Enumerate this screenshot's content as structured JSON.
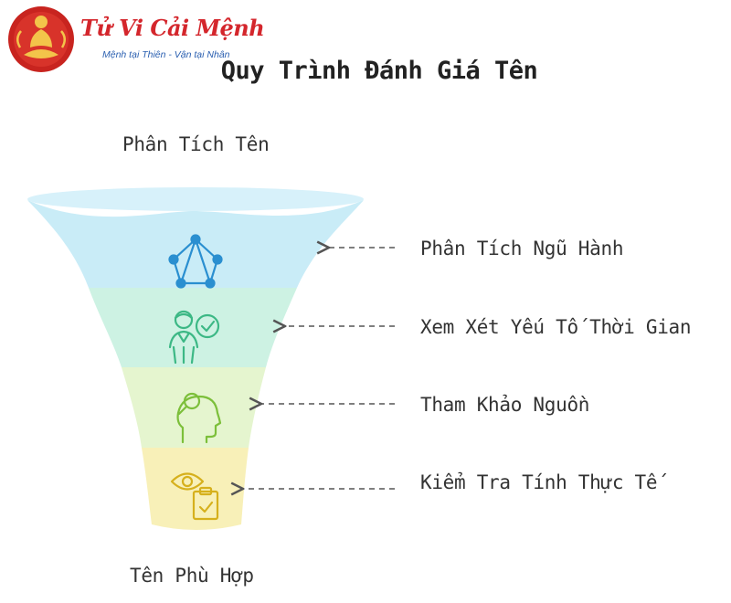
{
  "logo": {
    "name": "Tử Vi Cải Mệnh",
    "slogan": "Mệnh tại Thiên - Vận tại Nhân",
    "brand_color": "#d4262c",
    "slogan_color": "#2a5fb0"
  },
  "title": "Quy Trình Đánh Giá Tên",
  "funnel": {
    "top_label": "Phân Tích Tên",
    "bottom_label": "Tên Phù Hợp",
    "stages": [
      {
        "label": "Phân Tích Ngũ Hành",
        "icon": "molecule-network-icon",
        "color": "#c9ecf7"
      },
      {
        "label": "Xem Xét Yếu Tố Thời Gian",
        "icon": "person-checkmark-icon",
        "color": "#cdf2e3"
      },
      {
        "label": "Tham Khảo Nguồn",
        "icon": "head-search-icon",
        "color": "#e5f5cf"
      },
      {
        "label": "Kiểm Tra Tính Thực Tế",
        "icon": "eye-clipboard-icon",
        "color": "#f8f0b8"
      }
    ]
  }
}
